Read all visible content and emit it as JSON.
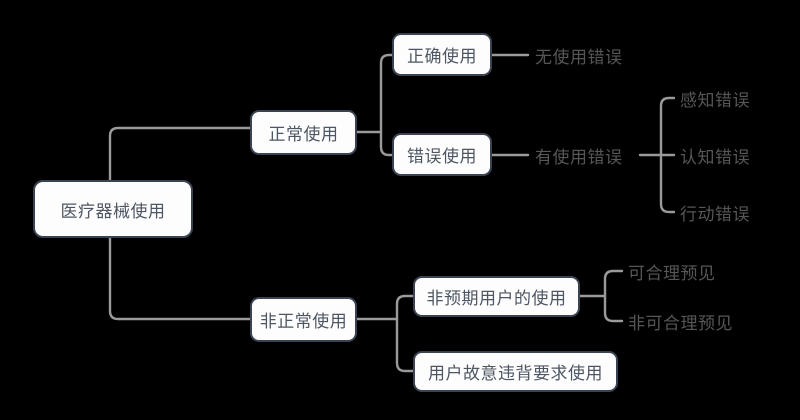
{
  "diagram": {
    "title": "医疗器械使用",
    "type": "tree",
    "background_color": "#000000",
    "node_fill": "#fdfdfd",
    "node_border": "#3a4352",
    "node_text_color": "#4d5663",
    "leaf_text_color": "#565656",
    "connector_color": "#9a9a9a"
  },
  "nodes": {
    "root": {
      "label": "医疗器械使用"
    },
    "normal_use": {
      "label": "正常使用"
    },
    "abnormal_use": {
      "label": "非正常使用"
    },
    "correct_use": {
      "label": "正确使用"
    },
    "wrong_use": {
      "label": "错误使用"
    },
    "unintended_user_use": {
      "label": "非预期用户的使用"
    },
    "deliberate_violation_use": {
      "label": "用户故意违背要求使用"
    }
  },
  "leaves": {
    "no_use_error": {
      "label": "无使用错误"
    },
    "has_use_error": {
      "label": "有使用错误"
    },
    "perception_error": {
      "label": "感知错误"
    },
    "cognition_error": {
      "label": "认知错误"
    },
    "action_error": {
      "label": "行动错误"
    },
    "reasonably_foreseeable": {
      "label": "可合理预见"
    },
    "not_reasonably_foreseeable": {
      "label": "非可合理预见"
    }
  }
}
